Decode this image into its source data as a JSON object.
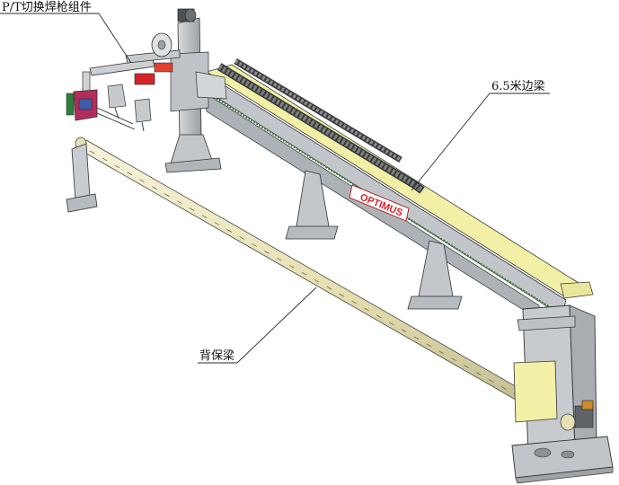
{
  "labels": {
    "pt_switch_torch": "P/T切换焊枪组件",
    "beam_6_5m": "6.5米边梁",
    "back_beam": "背保梁"
  },
  "brand": {
    "logo_text": "OPTIMUS"
  },
  "colors": {
    "yellow_panel": "#f1f0a6",
    "grey_steel": "#c9cdd1",
    "dark_steel": "#6d7378",
    "red_brand": "#d6232a",
    "pipe_cream": "#efeac4",
    "green_rail": "#3c7a3a"
  }
}
